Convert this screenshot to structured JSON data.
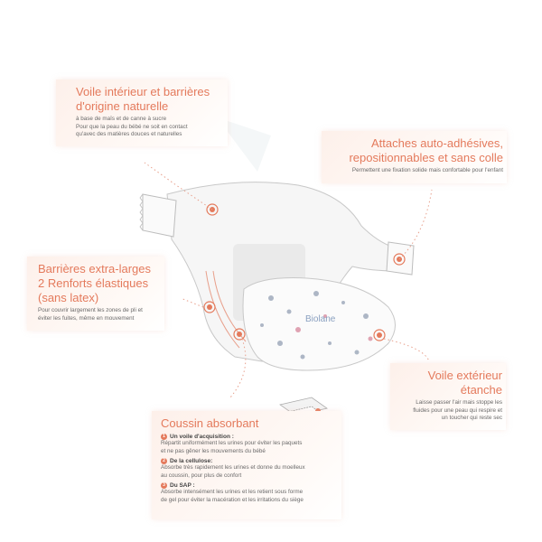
{
  "colors": {
    "accent": "#e47a5c",
    "text": "#6a6a6a",
    "card_bg": "#fdf0ea"
  },
  "product": {
    "brand_label": "Biolane"
  },
  "callouts": {
    "voile_interieur": {
      "title_1": "Voile intérieur et barrières",
      "title_2": "d'origine naturelle",
      "line_1": "à base de maïs et de canne à sucre",
      "line_2": "Pour que la peau du bébé ne soit en contact",
      "line_3": "qu'avec des matières douces et naturelles"
    },
    "attaches": {
      "title_1": "Attaches auto-adhésives,",
      "title_2": "repositionnables et sans colle",
      "line_1": "Permettent une fixation solide mais confortable pour l'enfant"
    },
    "barrieres": {
      "title_1": "Barrières extra-larges",
      "title_2": "2 Renforts élastiques",
      "title_3": "(sans latex)",
      "line_1": "Pour couvrir largement les zones de pli et",
      "line_2": "éviter les fuites, même en mouvement"
    },
    "voile_exterieur": {
      "title_1": "Voile extérieur",
      "title_2": "étanche",
      "line_1": "Laisse passer l'air mais stoppe les",
      "line_2": "fluides pour une peau qui respire et",
      "line_3": "un toucher qui reste sec"
    },
    "coussin": {
      "title": "Coussin absorbant",
      "items": [
        {
          "num": "1",
          "head": "Un voile d'acquisition :",
          "line_1": "Répartit uniformément les urines pour éviter les paquets",
          "line_2": "et ne pas gêner les mouvements du bébé"
        },
        {
          "num": "2",
          "head": "De la cellulose:",
          "line_1": "Absorbe très rapidement les urines et donne du moelleux",
          "line_2": "au coussin, pour plus de confort"
        },
        {
          "num": "3",
          "head": "Du SAP :",
          "line_1": "Absorbe intensément les urines et les retient sous forme",
          "line_2": "de gel pour éviter la macération et les irritations du siège"
        }
      ]
    }
  }
}
